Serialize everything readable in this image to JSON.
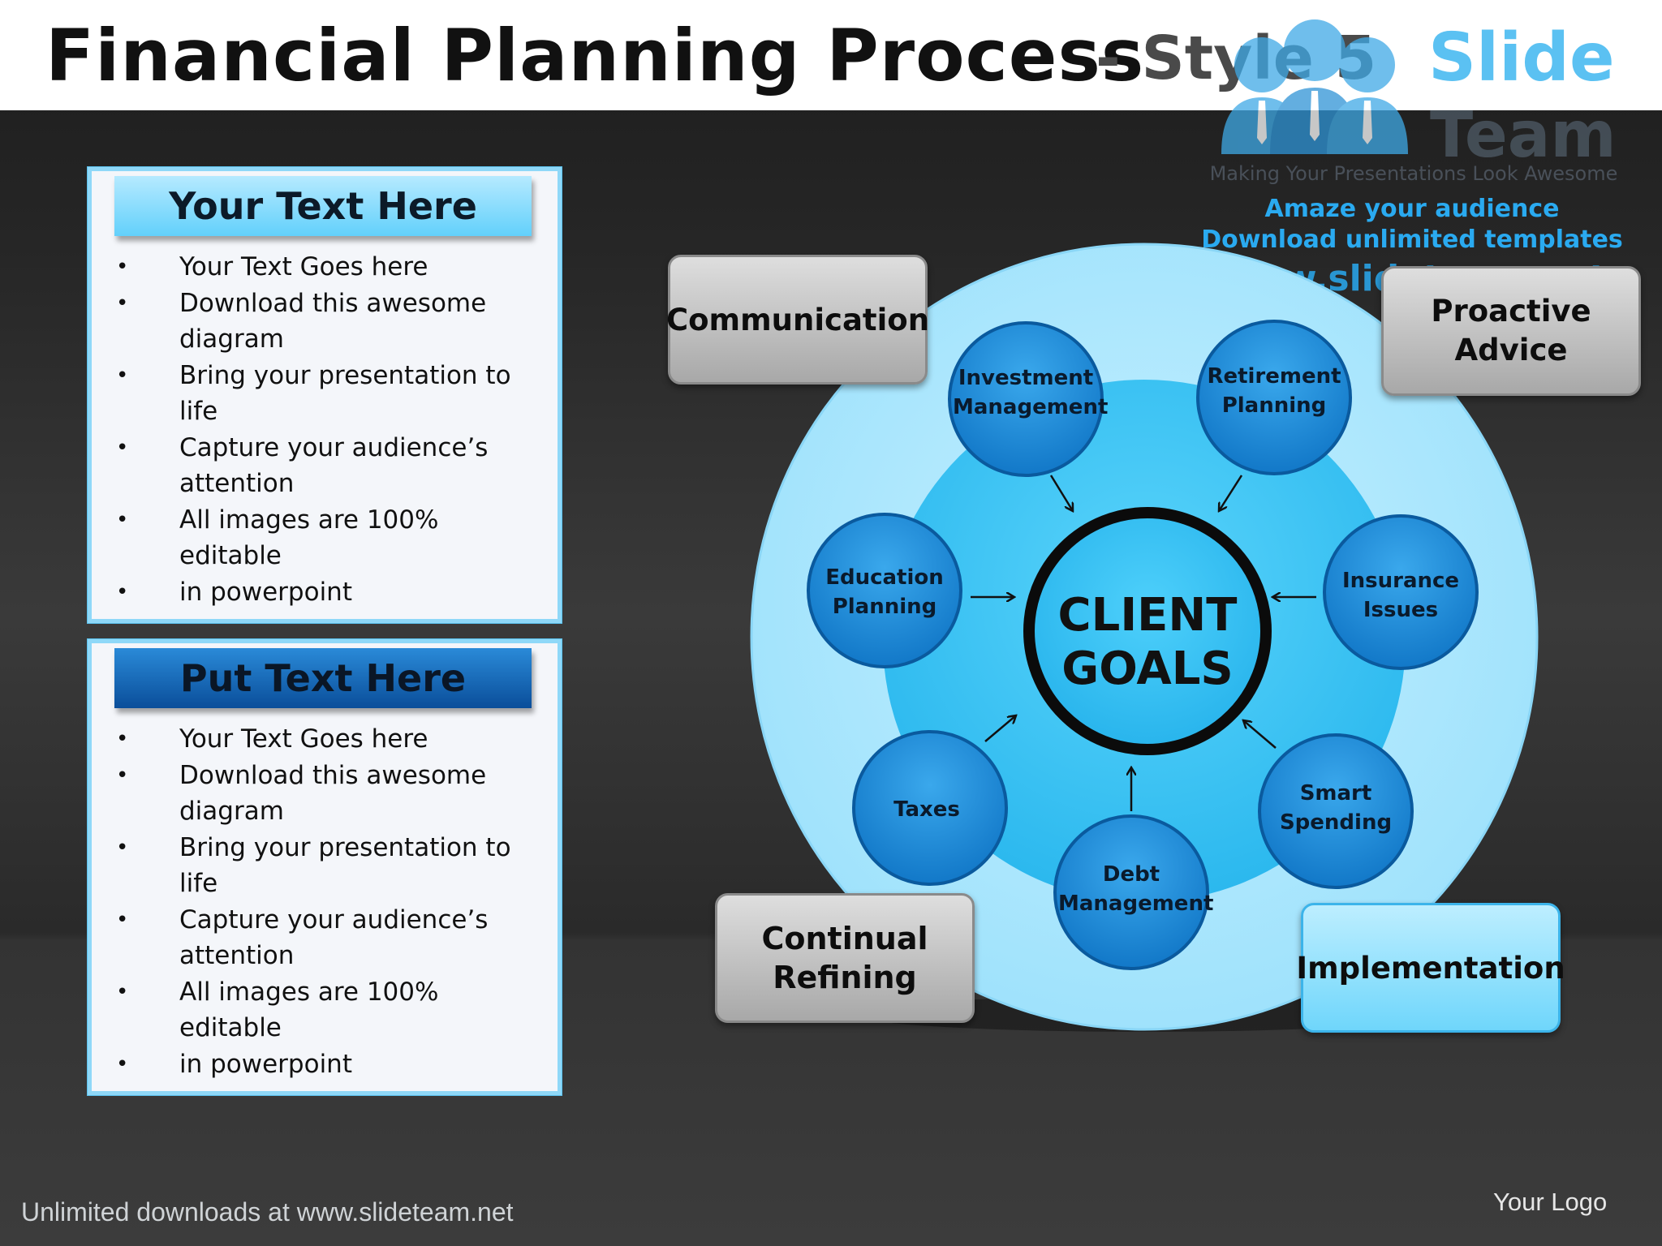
{
  "header": {
    "title": "Financial Planning Process",
    "subtitle": "- Style 5"
  },
  "watermark": {
    "brand_line1": "Slide",
    "brand_line2": "Team",
    "tagline": "Making Your Presentations Look Awesome",
    "line1": "Amaze your audience",
    "line2": "Download unlimited templates",
    "url": "www.slideteam.net"
  },
  "panels": [
    {
      "heading": "Your Text Here",
      "items": [
        "Your Text Goes here",
        "Download this awesome diagram",
        "Bring your presentation to life",
        "Capture your audience’s attention",
        "All images are 100% editable",
        "in powerpoint"
      ]
    },
    {
      "heading": "Put Text Here",
      "items": [
        "Your Text Goes here",
        "Download this awesome diagram",
        "Bring your presentation to life",
        "Capture your audience’s attention",
        "All images are 100% editable",
        "in powerpoint"
      ]
    }
  ],
  "diagram": {
    "center": {
      "line1": "CLIENT",
      "line2": "GOALS"
    },
    "nodes": [
      {
        "line1": "Investment",
        "line2": "Management"
      },
      {
        "line1": "Retirement",
        "line2": "Planning"
      },
      {
        "line1": "Insurance",
        "line2": "Issues"
      },
      {
        "line1": "Smart",
        "line2": "Spending"
      },
      {
        "line1": "Debt",
        "line2": "Management"
      },
      {
        "line1": "Taxes",
        "line2": ""
      },
      {
        "line1": "Education",
        "line2": "Planning"
      }
    ],
    "boxes": {
      "communication": "Communication",
      "proactive_line1": "Proactive",
      "proactive_line2": "Advice",
      "continual_line1": "Continual",
      "continual_line2": "Refining",
      "implementation": "Implementation"
    },
    "colors": {
      "outer_ring": "#a6e6fd",
      "inner_disc": "#37c2f4",
      "node": "#1a86d4",
      "node_border": "#0a5a9e",
      "center_ring": "#0b0b0b"
    }
  },
  "footer": {
    "left": "Unlimited downloads at www.slideteam.net",
    "right": "Your Logo"
  }
}
